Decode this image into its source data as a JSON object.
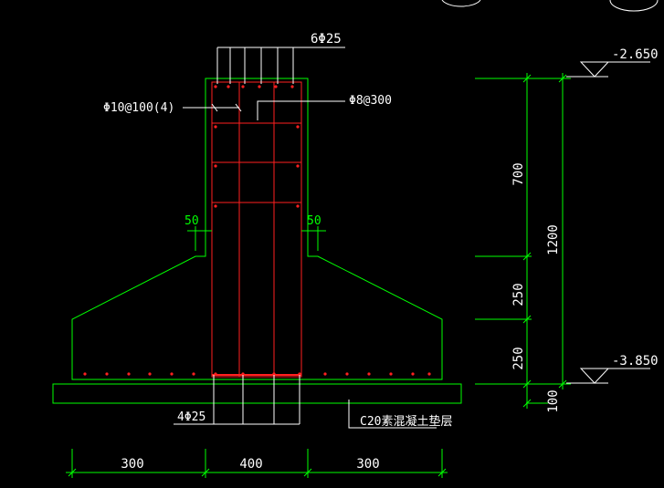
{
  "colors": {
    "background": "#000000",
    "concrete_outline": "#00ff00",
    "rebar": "#ff2020",
    "dimension": "#00ff00",
    "leader": "#ffffff",
    "text": "#ffffff"
  },
  "labels": {
    "column_bars": "6Φ25",
    "stirrup_main": "Φ10@100(4)",
    "stirrup_tie": "Φ8@300",
    "bottom_bars": "4Φ25",
    "cover_left": "50",
    "cover_right": "50",
    "elevation_top": "-2.650",
    "elevation_bottom": "-3.850",
    "bedding": "C20素混凝土垫层"
  },
  "dimensions": {
    "vertical": [
      "700",
      "250",
      "250",
      "100"
    ],
    "vertical_total": "1200",
    "horizontal": [
      "300",
      "400",
      "300"
    ]
  }
}
